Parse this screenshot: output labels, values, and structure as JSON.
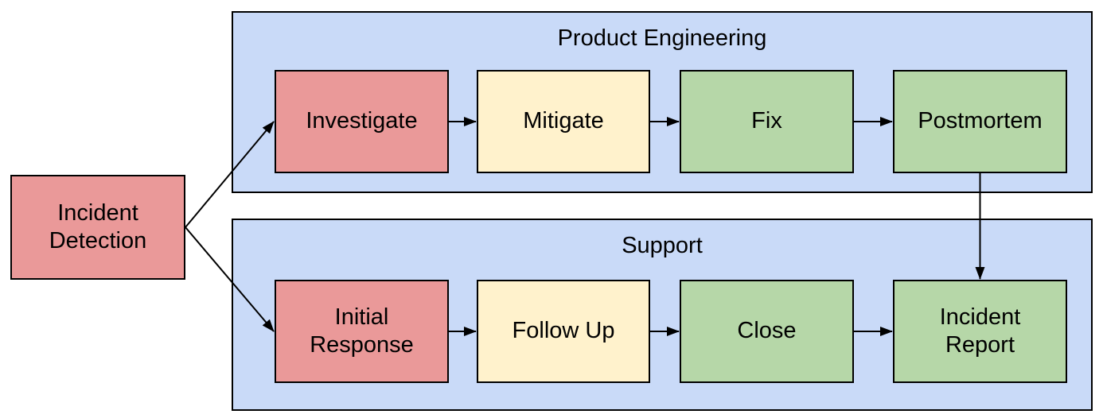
{
  "diagram": {
    "background_color": "#ffffff",
    "colors": {
      "red": "#EA9999",
      "yellow": "#FFF2CC",
      "green": "#B6D7A8",
      "lane_fill": "#C9DAF8",
      "border": "#000000",
      "arrow": "#000000",
      "text": "#000000"
    },
    "lanes": [
      {
        "id": "product-engineering",
        "title": "Product Engineering"
      },
      {
        "id": "support",
        "title": "Support"
      }
    ],
    "nodes": [
      {
        "id": "incident-detection",
        "label": "Incident Detection",
        "color": "red",
        "lane": null
      },
      {
        "id": "investigate",
        "label": "Investigate",
        "color": "red",
        "lane": "product-engineering"
      },
      {
        "id": "mitigate",
        "label": "Mitigate",
        "color": "yellow",
        "lane": "product-engineering"
      },
      {
        "id": "fix",
        "label": "Fix",
        "color": "green",
        "lane": "product-engineering"
      },
      {
        "id": "postmortem",
        "label": "Postmortem",
        "color": "green",
        "lane": "product-engineering"
      },
      {
        "id": "initial-response",
        "label": "Initial Response",
        "color": "red",
        "lane": "support"
      },
      {
        "id": "follow-up",
        "label": "Follow Up",
        "color": "yellow",
        "lane": "support"
      },
      {
        "id": "close",
        "label": "Close",
        "color": "green",
        "lane": "support"
      },
      {
        "id": "incident-report",
        "label": "Incident Report",
        "color": "green",
        "lane": "support"
      }
    ],
    "edges": [
      {
        "from": "incident-detection",
        "to": "investigate"
      },
      {
        "from": "incident-detection",
        "to": "initial-response"
      },
      {
        "from": "investigate",
        "to": "mitigate"
      },
      {
        "from": "mitigate",
        "to": "fix"
      },
      {
        "from": "fix",
        "to": "postmortem"
      },
      {
        "from": "postmortem",
        "to": "incident-report"
      },
      {
        "from": "initial-response",
        "to": "follow-up"
      },
      {
        "from": "follow-up",
        "to": "close"
      },
      {
        "from": "close",
        "to": "incident-report"
      }
    ]
  }
}
